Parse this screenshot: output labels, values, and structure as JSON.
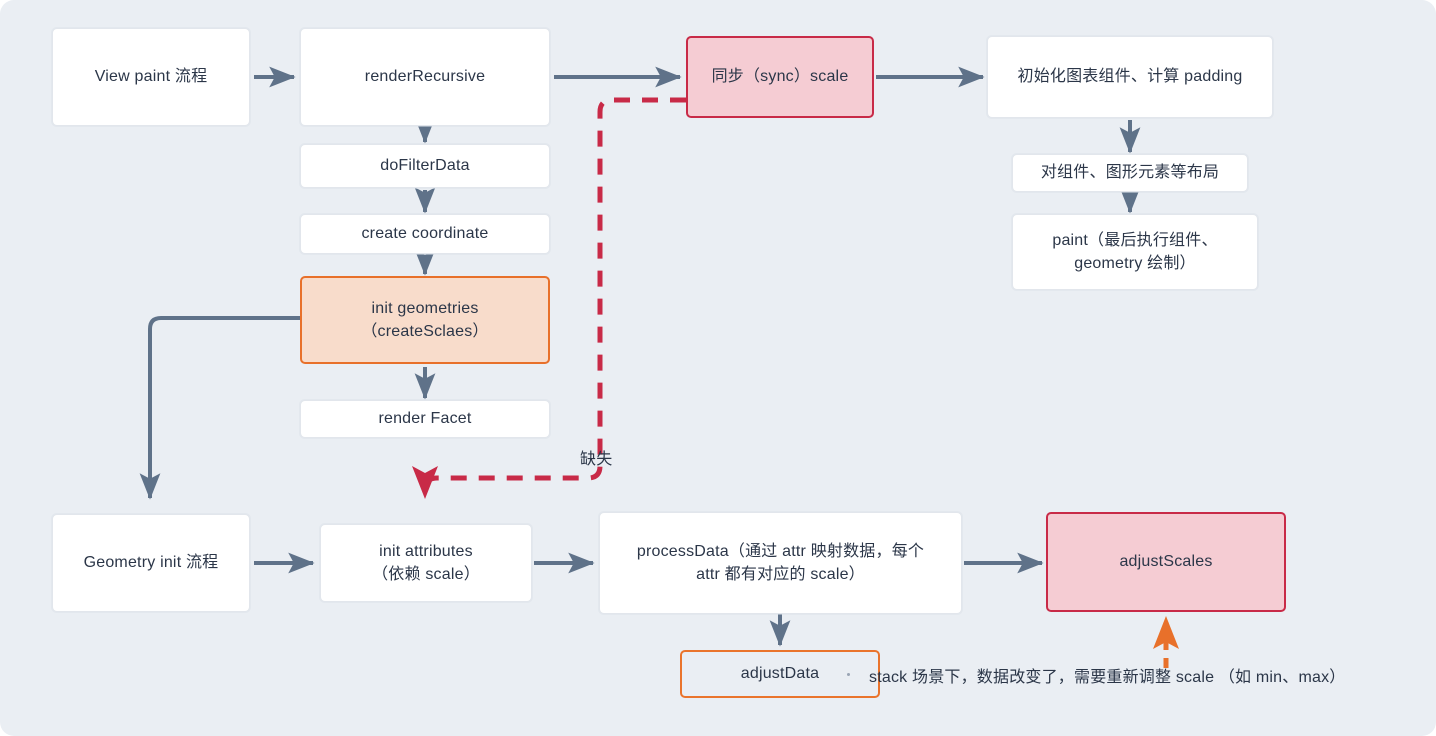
{
  "diagram": {
    "background_color": "#eaeef3",
    "arrow_color": "#5f7289",
    "accent_red": "#c82a47",
    "accent_orange": "#e8702a",
    "nodes": [
      {
        "id": "view-paint",
        "label": "View paint 流程"
      },
      {
        "id": "render-recursive",
        "label": "renderRecursive"
      },
      {
        "id": "sync-scale",
        "label": "同步（sync）scale"
      },
      {
        "id": "init-chart",
        "label": "初始化图表组件、计算 padding"
      },
      {
        "id": "layout",
        "label": "对组件、图形元素等布局"
      },
      {
        "id": "paint",
        "label": "paint（最后执行组件、\ngeometry 绘制）"
      },
      {
        "id": "do-filter-data",
        "label": "doFilterData"
      },
      {
        "id": "create-coordinate",
        "label": "create coordinate"
      },
      {
        "id": "init-geometries",
        "label": "init geometries\n（createSclaes）"
      },
      {
        "id": "render-facet",
        "label": "render Facet"
      },
      {
        "id": "geometry-init",
        "label": "Geometry init 流程"
      },
      {
        "id": "init-attributes",
        "label": "init attributes\n（依赖 scale）"
      },
      {
        "id": "process-data",
        "label": "processData（通过 attr 映射数据，每个\nattr 都有对应的 scale）"
      },
      {
        "id": "adjust-scales",
        "label": "adjustScales"
      },
      {
        "id": "adjust-data",
        "label": "adjustData"
      }
    ],
    "annotations": [
      {
        "id": "missing-label",
        "label": "缺失"
      },
      {
        "id": "stack-note",
        "label": "stack 场景下，数据改变了，需要重新调整 scale （如 min、max）"
      }
    ]
  }
}
